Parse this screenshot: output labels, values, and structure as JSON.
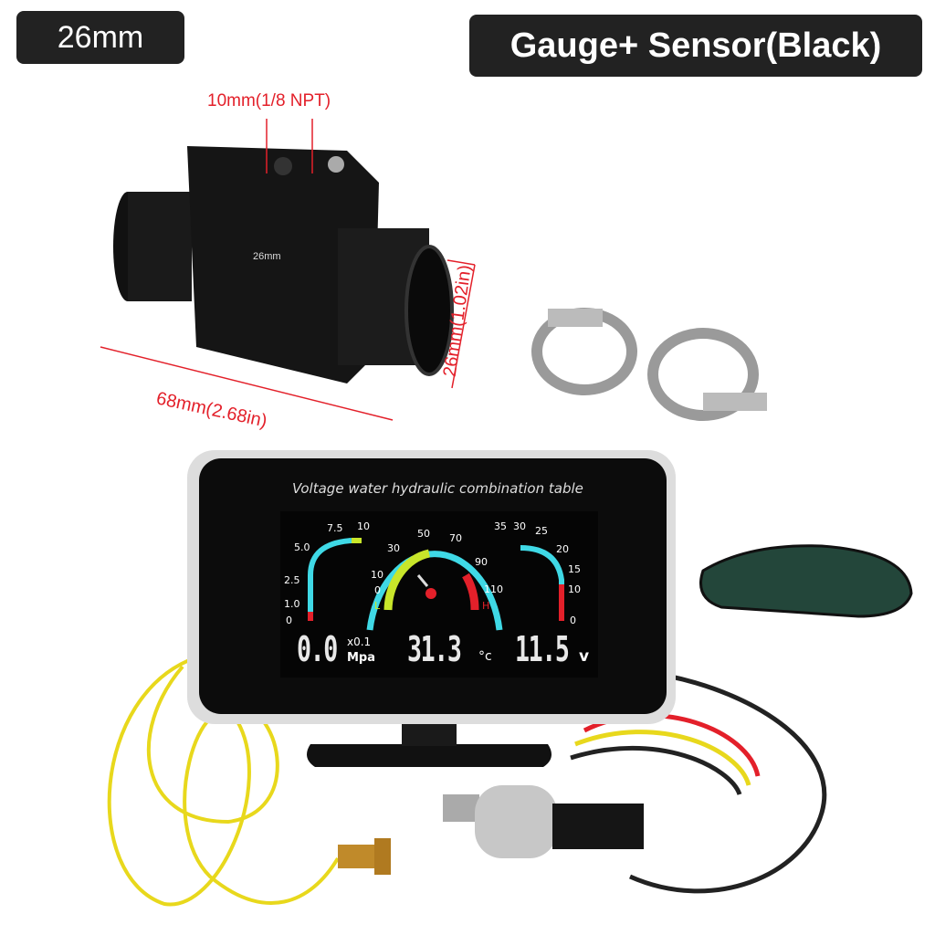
{
  "size_badge": "26mm",
  "product_badge": "Gauge+ Sensor(Black)",
  "dimensions": {
    "thread": "10mm(1/8 NPT)",
    "fitting_label": "26mm",
    "diameter": "26mm(1.02in)",
    "length": "68mm(2.68in)"
  },
  "gauge": {
    "title": "Voltage water hydraulic combination table",
    "pressure_ticks": [
      "10",
      "7.5",
      "5.0",
      "2.5",
      "1.0",
      "0"
    ],
    "temp_ticks": [
      "50",
      "30",
      "70",
      "10",
      "90",
      "0",
      "110"
    ],
    "temp_low": "L",
    "temp_high": "H",
    "volt_ticks": [
      "35",
      "30",
      "25",
      "20",
      "15",
      "10",
      "0"
    ],
    "pressure_value": "0.0",
    "pressure_multiplier": "x0.1",
    "pressure_unit": "Mpa",
    "temp_value": "31.3",
    "temp_unit": "°c",
    "volt_value": "11.5",
    "volt_unit": "v"
  },
  "colors": {
    "cyan": "#3fd9e6",
    "lime": "#c8e62a",
    "red": "#e3202a",
    "badge": "#222222"
  }
}
